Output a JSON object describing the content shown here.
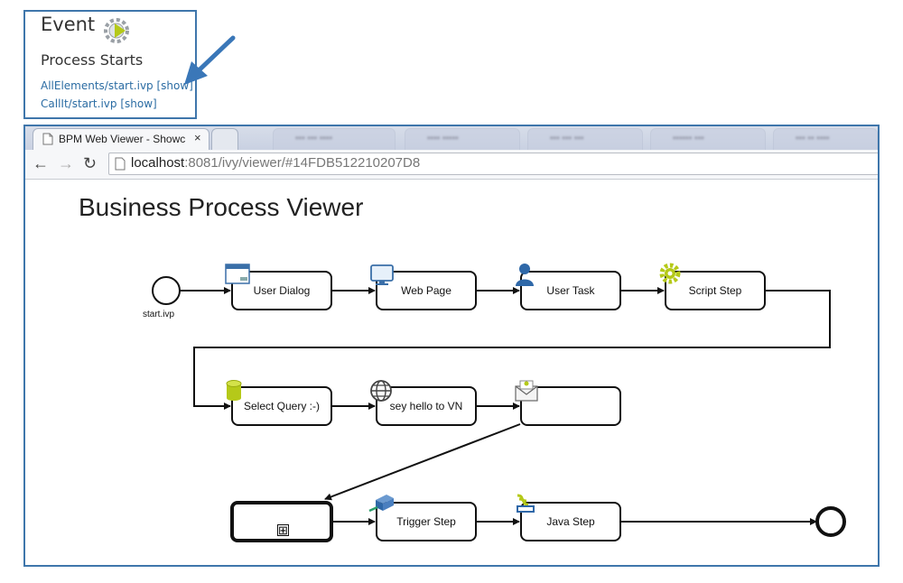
{
  "event_panel": {
    "title": "Event",
    "heading": "Process Starts",
    "links": [
      {
        "text": "AllElements/start.ivp [show]"
      },
      {
        "text": "CallIt/start.ivp [show]"
      }
    ]
  },
  "browser": {
    "active_tab_title": "BPM Web Viewer - Showc",
    "tab_close": "×",
    "url_host": "localhost",
    "url_rest": ":8081/ivy/viewer/#14FDB512210207D8",
    "nav": {
      "back": "←",
      "forward": "→",
      "reload": "↻"
    }
  },
  "page": {
    "title": "Business Process Viewer"
  },
  "process": {
    "start_label": "start.ivp",
    "steps": [
      {
        "label": "User Dialog",
        "icon": "user-dialog-icon"
      },
      {
        "label": "Web Page",
        "icon": "web-page-icon"
      },
      {
        "label": "User Task",
        "icon": "user-task-icon"
      },
      {
        "label": "Script Step",
        "icon": "gear-icon"
      },
      {
        "label": "Select Query :-)",
        "icon": "database-icon"
      },
      {
        "label": "sey hello to VN",
        "icon": "globe-icon"
      },
      {
        "label": "",
        "icon": "mail-icon"
      },
      {
        "label": "Trigger Step",
        "icon": "trigger-icon"
      },
      {
        "label": "Java Step",
        "icon": "java-icon"
      }
    ],
    "subprocess_marker": "⊞"
  },
  "colors": {
    "frame_border": "#3f76ab",
    "link": "#2b6ca3",
    "accent_arrow": "#3a77b8",
    "icon_green": "#b5c919"
  }
}
